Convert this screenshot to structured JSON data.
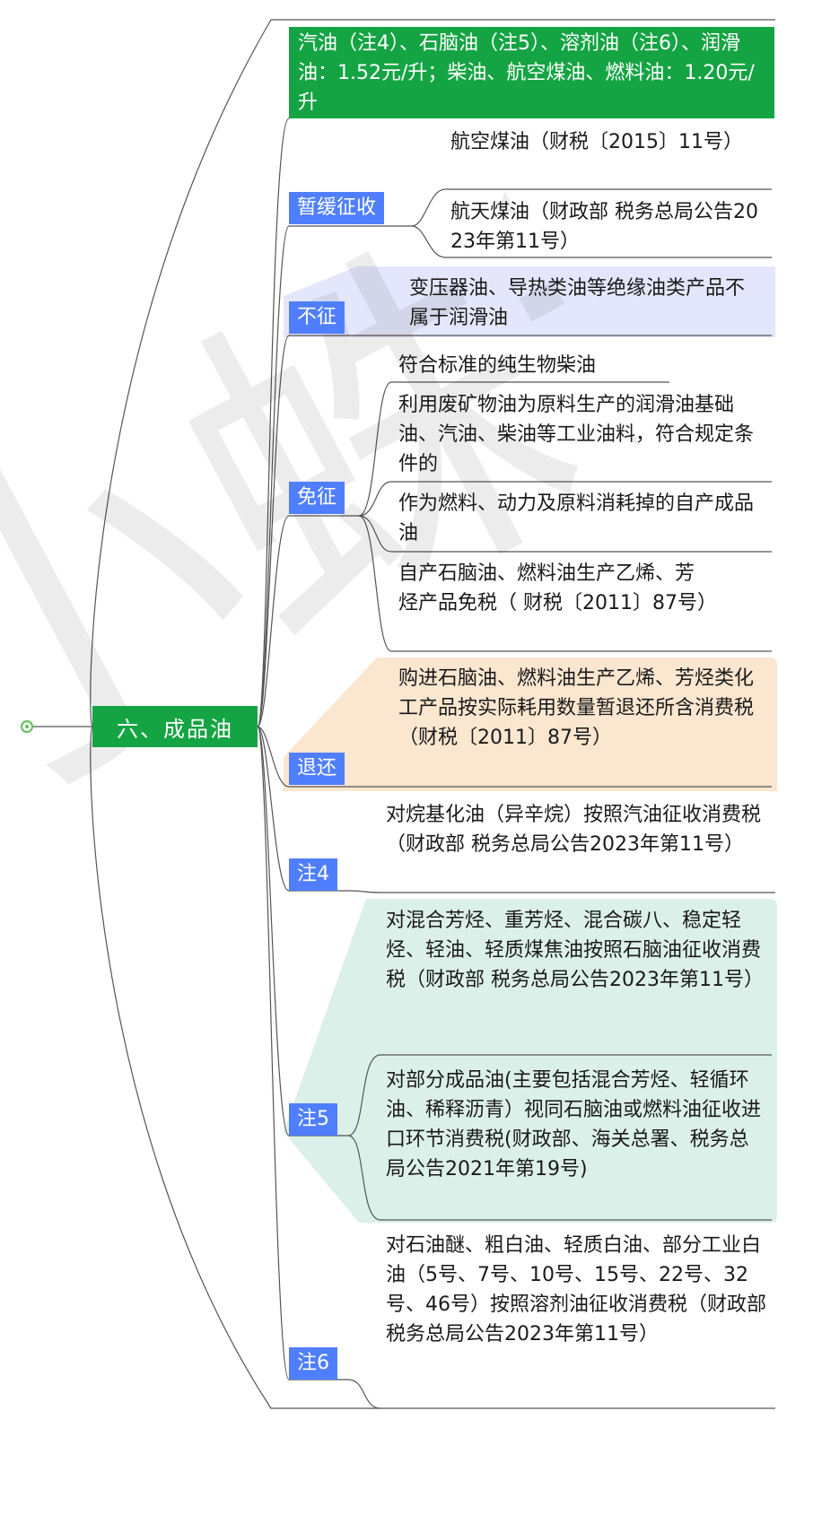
{
  "root": {
    "label": "六、成品油"
  },
  "branches": {
    "rate": {
      "text": "汽油（注4）、石脑油（注5）、溶剂油（注6）、润滑油：1.52元/升；柴油、航空煤油、燃料油：1.20元/升"
    },
    "postpone": {
      "label": "暂缓征收",
      "items": [
        "航空煤油（财税〔2015〕11号）",
        "航天煤油（财政部 税务总局公告2023年第11号）"
      ]
    },
    "nontax": {
      "label": "不征",
      "items": [
        "变压器油、导热类油等绝缘油类产品不属于润滑油"
      ]
    },
    "exempt": {
      "label": "免征",
      "items": [
        "符合标准的纯生物柴油",
        "利用废矿物油为原料生产的润滑油基础油、汽油、柴油等工业油料，符合规定条件的",
        "作为燃料、动力及原料消耗掉的自产成品油",
        "自产石脑油、燃料油生产乙烯、芳烃产品免税（ 财税〔2011〕87号）"
      ]
    },
    "refund": {
      "label": "退还",
      "items": [
        "购进石脑油、燃料油生产乙烯、芳烃类化工产品按实际耗用数量暂退还所含消费税 （财税〔2011〕87号）"
      ]
    },
    "note4": {
      "label": "注4",
      "items": [
        "对烷基化油（异辛烷）按照汽油征收消费税（财政部 税务总局公告2023年第11号）"
      ]
    },
    "note5": {
      "label": "注5",
      "items": [
        "对混合芳烃、重芳烃、混合碳八、稳定轻烃、轻油、轻质煤焦油按照石脑油征收消费税（财政部 税务总局公告2023年第11号）",
        "对部分成品油(主要包括混合芳烃、轻循环油、稀释沥青）视同石脑油或燃料油征收进口环节消费税(财政部、海关总署、税务总局公告2021年第19号)"
      ]
    },
    "note6": {
      "label": "注6",
      "items": [
        "对石油醚、粗白油、轻质白油、部分工业白油（5号、7号、10号、15号、22号、32号、46号）按照溶剂油征收消费税（财政部 税务总局公告2023年第11号）"
      ]
    }
  },
  "colors": {
    "green": "#15a443",
    "tag_blue": "#4f7fff",
    "band_lavender": "#e4e7fb",
    "band_peach": "#fbe6cf",
    "band_mint": "#dcf0ea",
    "line": "#555555"
  }
}
